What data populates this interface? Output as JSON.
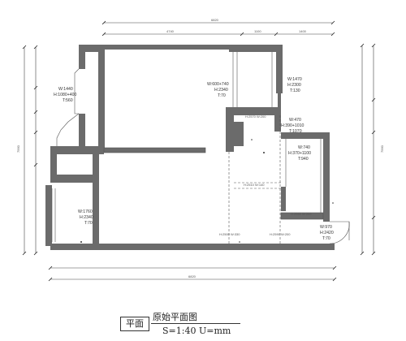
{
  "title_block": {
    "tag": "平面",
    "name": "原始平面图",
    "scale": "S=1:40   U=mm"
  },
  "labels": {
    "win_left_w": "W:1440",
    "win_left_h": "H:1080+400",
    "win_left_t": "T:560",
    "win_mid_w": "W:600+740",
    "win_mid_h": "H:2340",
    "win_mid_t": "T:70",
    "win_right_w": "W:1470",
    "win_right_h": "H:2300",
    "win_right_t": "T:130",
    "win_mid2_w": "W:470",
    "win_mid2_h": "H:390+1010",
    "win_mid2_t": "T:1070",
    "win_mid3_w": "W:740",
    "win_mid3_h": "H:370+1100",
    "win_mid3_t": "T:940",
    "door_left_w": "W:1760",
    "door_left_h": "H:2340",
    "door_left_t": "T:70",
    "door_right_w": "W:970",
    "door_right_h": "H:2420",
    "door_right_t": "T:70",
    "beam_a": "H:2570 W:200",
    "beam_b": "H:2510 W:140",
    "beam_c": "H:2560 W:200",
    "beam_d": "H:2500 W:330",
    "beam_e": "H:2590 W:200"
  },
  "dimensions": {
    "top_total": "6820",
    "top_a": "4740",
    "top_b": "1100",
    "top_c": "1400",
    "bottom_total": "6820",
    "left_total": "7560",
    "right_total": "7560"
  }
}
